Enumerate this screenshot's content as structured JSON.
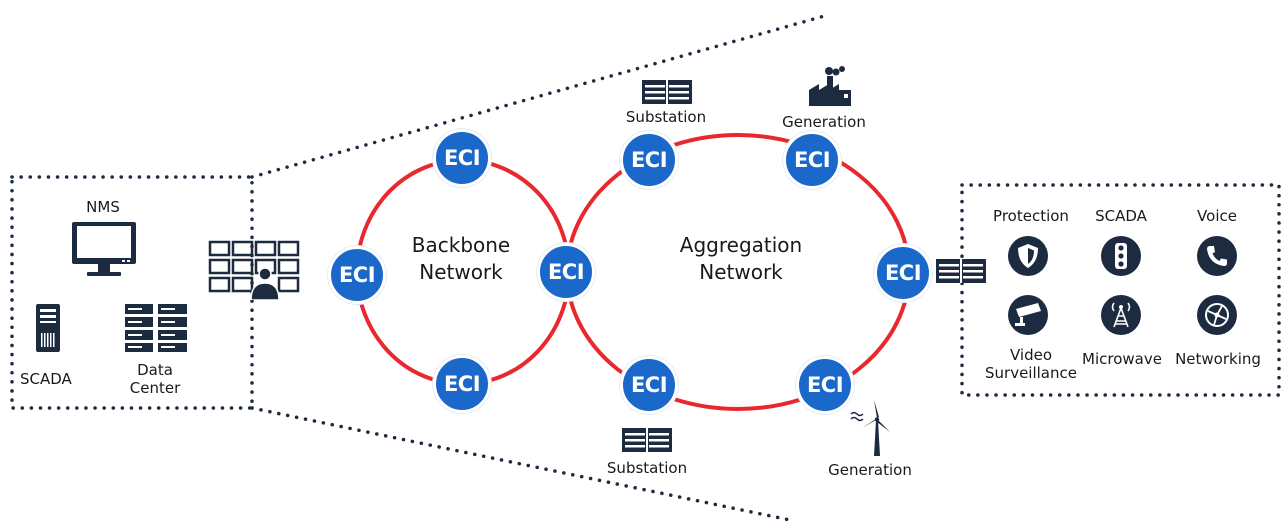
{
  "colors": {
    "ring": "#e8282e",
    "node": "#1a68c9",
    "icon": "#1c2b40",
    "dots": "#1c2b40"
  },
  "node_label": "ECI",
  "backbone": {
    "line1": "Backbone",
    "line2": "Network"
  },
  "aggregation": {
    "line1": "Aggregation",
    "line2": "Network"
  },
  "control_center": {
    "nms": "NMS",
    "scada": "SCADA",
    "data_center_line1": "Data",
    "data_center_line2": "Center",
    "icons": [
      "monitor-icon",
      "server-tower-icon",
      "server-rack-icon",
      "video-wall-operator-icon"
    ]
  },
  "sites": {
    "substation_top": "Substation",
    "generation_top": "Generation",
    "substation_bottom": "Substation",
    "generation_bottom": "Generation"
  },
  "services": {
    "protection": "Protection",
    "scada": "SCADA",
    "voice": "Voice",
    "video_line1": "Video",
    "video_line2": "Surveillance",
    "microwave": "Microwave",
    "networking": "Networking"
  }
}
